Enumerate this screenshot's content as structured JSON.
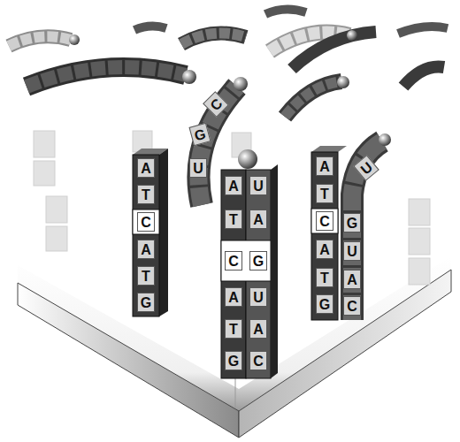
{
  "diagram": {
    "labels": [
      "A",
      "T",
      "C",
      "A",
      "T",
      "G",
      "A",
      "U",
      "T",
      "A",
      "C",
      "G",
      "A",
      "U",
      "T",
      "A",
      "G",
      "C",
      "A",
      "T",
      "C",
      "A",
      "T",
      "G",
      "U",
      "G",
      "U",
      "A",
      "C",
      "C",
      "G",
      "U"
    ]
  }
}
